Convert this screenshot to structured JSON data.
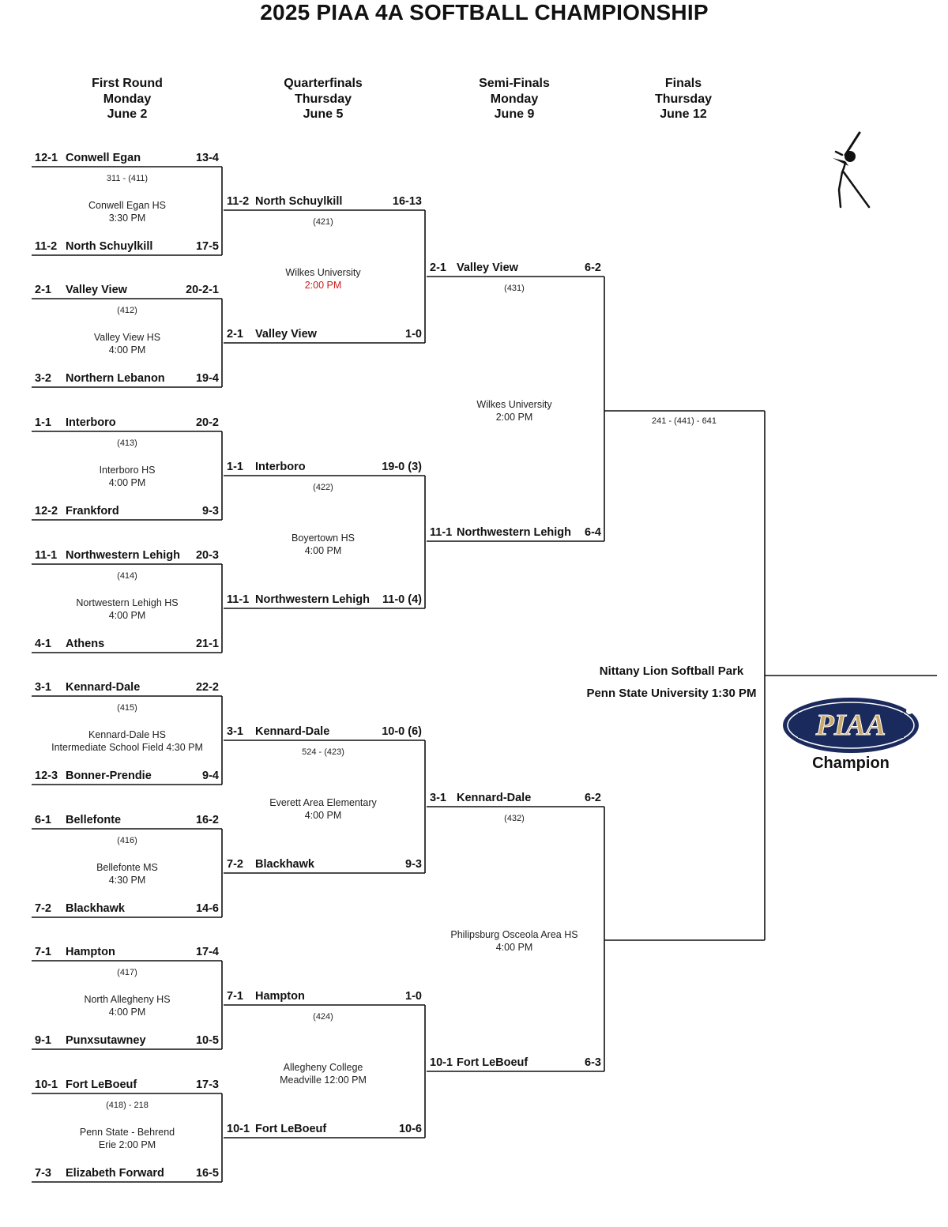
{
  "title": "2025 PIAA 4A SOFTBALL CHAMPIONSHIP",
  "rounds": [
    {
      "name": "First Round",
      "day": "Monday",
      "date": "June 2"
    },
    {
      "name": "Quarterfinals",
      "day": "Thursday",
      "date": "June 5"
    },
    {
      "name": "Semi-Finals",
      "day": "Monday",
      "date": "June 9"
    },
    {
      "name": "Finals",
      "day": "Thursday",
      "date": "June 12"
    }
  ],
  "first_round": [
    {
      "game": "311 - (411)",
      "venue": "Conwell Egan HS",
      "time": "3:30 PM",
      "top": {
        "seed": "12-1",
        "team": "Conwell Egan",
        "score": "13-4"
      },
      "bottom": {
        "seed": "11-2",
        "team": "North Schuylkill",
        "score": "17-5"
      }
    },
    {
      "game": "(412)",
      "venue": "Valley View HS",
      "time": "4:00 PM",
      "top": {
        "seed": "2-1",
        "team": "Valley View",
        "score": "20-2-1"
      },
      "bottom": {
        "seed": "3-2",
        "team": "Northern Lebanon",
        "score": "19-4"
      }
    },
    {
      "game": "(413)",
      "venue": "Interboro HS",
      "time": "4:00 PM",
      "top": {
        "seed": "1-1",
        "team": "Interboro",
        "score": "20-2"
      },
      "bottom": {
        "seed": "12-2",
        "team": "Frankford",
        "score": "9-3"
      }
    },
    {
      "game": "(414)",
      "venue": "Nortwestern Lehigh HS",
      "time": "4:00 PM",
      "top": {
        "seed": "11-1",
        "team": "Northwestern Lehigh",
        "score": "20-3"
      },
      "bottom": {
        "seed": "4-1",
        "team": "Athens",
        "score": "21-1"
      }
    },
    {
      "game": "(415)",
      "venue": "Kennard-Dale HS",
      "time": "Intermediate School Field 4:30 PM",
      "top": {
        "seed": "3-1",
        "team": "Kennard-Dale",
        "score": "22-2"
      },
      "bottom": {
        "seed": "12-3",
        "team": "Bonner-Prendie",
        "score": "9-4"
      }
    },
    {
      "game": "(416)",
      "venue": "Bellefonte MS",
      "time": "4:30 PM",
      "top": {
        "seed": "6-1",
        "team": "Bellefonte",
        "score": "16-2"
      },
      "bottom": {
        "seed": "7-2",
        "team": "Blackhawk",
        "score": "14-6"
      }
    },
    {
      "game": "(417)",
      "venue": "North Allegheny HS",
      "time": "4:00 PM",
      "top": {
        "seed": "7-1",
        "team": "Hampton",
        "score": "17-4"
      },
      "bottom": {
        "seed": "9-1",
        "team": "Punxsutawney",
        "score": "10-5"
      }
    },
    {
      "game": "(418) - 218",
      "venue": "Penn State - Behrend",
      "time": "Erie 2:00 PM",
      "top": {
        "seed": "10-1",
        "team": "Fort LeBoeuf",
        "score": "17-3"
      },
      "bottom": {
        "seed": "7-3",
        "team": "Elizabeth Forward",
        "score": "16-5"
      }
    }
  ],
  "quarterfinals": [
    {
      "game": "(421)",
      "venue": "Wilkes University",
      "time": "2:00 PM",
      "top": {
        "seed": "11-2",
        "team": "North Schuylkill",
        "score": "16-13"
      },
      "bottom": {
        "seed": "2-1",
        "team": "Valley View",
        "score": "1-0"
      }
    },
    {
      "game": "(422)",
      "venue": "Boyertown HS",
      "time": "4:00 PM",
      "top": {
        "seed": "1-1",
        "team": "Interboro",
        "score": "19-0 (3)"
      },
      "bottom": {
        "seed": "11-1",
        "team": "Northwestern Lehigh",
        "score": "11-0 (4)"
      }
    },
    {
      "game": "524 - (423)",
      "venue": "Everett Area Elementary",
      "time": "4:00 PM",
      "top": {
        "seed": "3-1",
        "team": "Kennard-Dale",
        "score": "10-0 (6)"
      },
      "bottom": {
        "seed": "7-2",
        "team": "Blackhawk",
        "score": "9-3"
      }
    },
    {
      "game": "(424)",
      "venue": "Allegheny College",
      "time": "Meadville 12:00 PM",
      "top": {
        "seed": "7-1",
        "team": "Hampton",
        "score": "1-0"
      },
      "bottom": {
        "seed": "10-1",
        "team": "Fort LeBoeuf",
        "score": "10-6"
      }
    }
  ],
  "semifinals": [
    {
      "game": "(431)",
      "venue": "Wilkes University",
      "time": "2:00 PM",
      "top": {
        "seed": "2-1",
        "team": "Valley View",
        "score": "6-2"
      },
      "bottom": {
        "seed": "11-1",
        "team": "Northwestern Lehigh",
        "score": "6-4"
      }
    },
    {
      "game": "(432)",
      "venue": "Philipsburg Osceola Area HS",
      "time": "4:00 PM",
      "top": {
        "seed": "3-1",
        "team": "Kennard-Dale",
        "score": "6-2"
      },
      "bottom": {
        "seed": "10-1",
        "team": "Fort LeBoeuf",
        "score": "6-3"
      }
    }
  ],
  "finals": {
    "game": "241 - (441) - 641",
    "venue_line1": "Nittany Lion Softball Park",
    "venue_line2": "Penn State University 1:30 PM",
    "champion_label": "Champion",
    "logo_text": "PIAA",
    "logo_colors": {
      "navy": "#1b2a5c",
      "gold": "#c9a96a"
    }
  },
  "colors": {
    "line": "#111111",
    "highlight_time": "#cc1b1b"
  },
  "icons": {
    "sport": "softball-batter-icon"
  }
}
